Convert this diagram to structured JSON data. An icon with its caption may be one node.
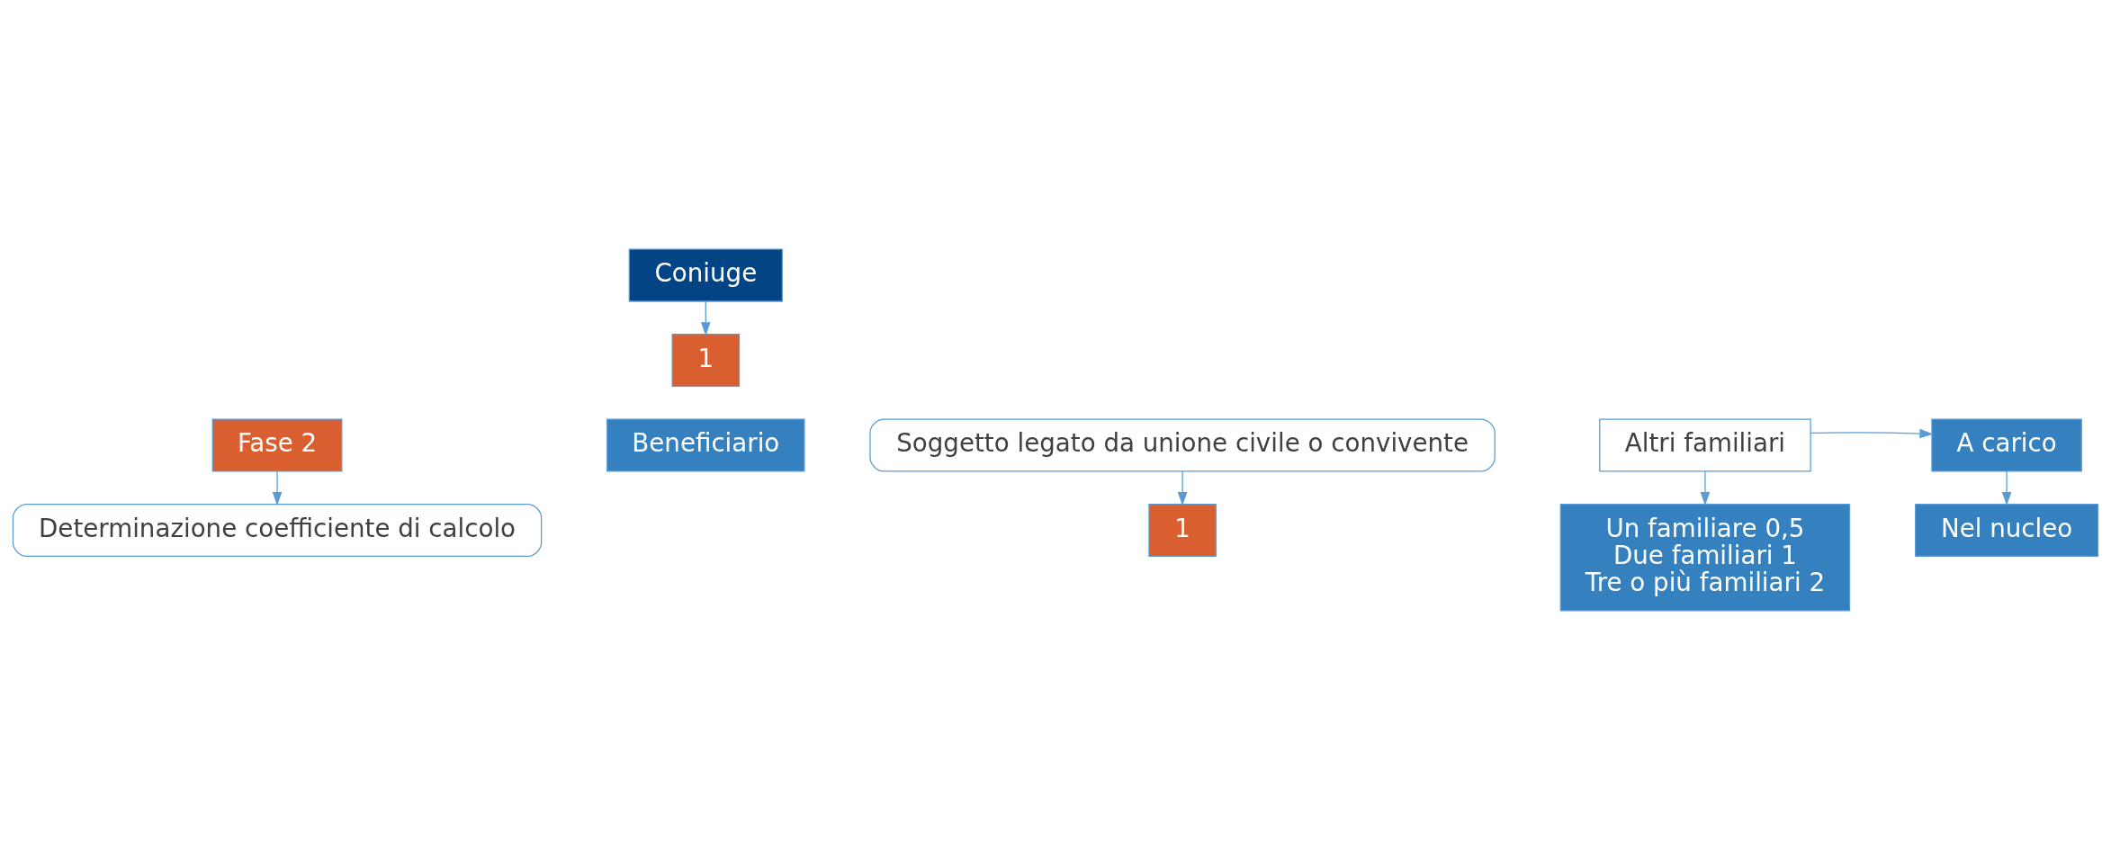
{
  "diagram": {
    "nodes": [
      {
        "text": [
          "Fase 2"
        ]
      },
      {
        "text": [
          "Determinazione coefficiente di calcolo"
        ]
      },
      {
        "text": [
          "Beneficiario"
        ]
      },
      {
        "text": [
          "Coniuge"
        ]
      },
      {
        "text": [
          "1"
        ]
      },
      {
        "text": [
          "Soggetto legato da unione civile o convivente"
        ]
      },
      {
        "text": [
          "1"
        ]
      },
      {
        "text": [
          "Altri familiari"
        ]
      },
      {
        "text": [
          "Un familiare 0,5",
          "Due familiari 1",
          "Tre o più familiari 2"
        ]
      },
      {
        "text": [
          "A carico"
        ]
      },
      {
        "text": [
          "Nel nucleo"
        ]
      }
    ],
    "edges": [
      {
        "from": 0,
        "to": 1,
        "arrow": "to"
      },
      {
        "from": 3,
        "to": 4,
        "arrow": "to"
      },
      {
        "from": 5,
        "to": 6,
        "arrow": "to"
      },
      {
        "from": 7,
        "to": 8,
        "arrow": "to"
      },
      {
        "from": 7,
        "to": 9,
        "arrow": "to"
      },
      {
        "from": 9,
        "to": 10,
        "arrow": "to"
      }
    ]
  }
}
